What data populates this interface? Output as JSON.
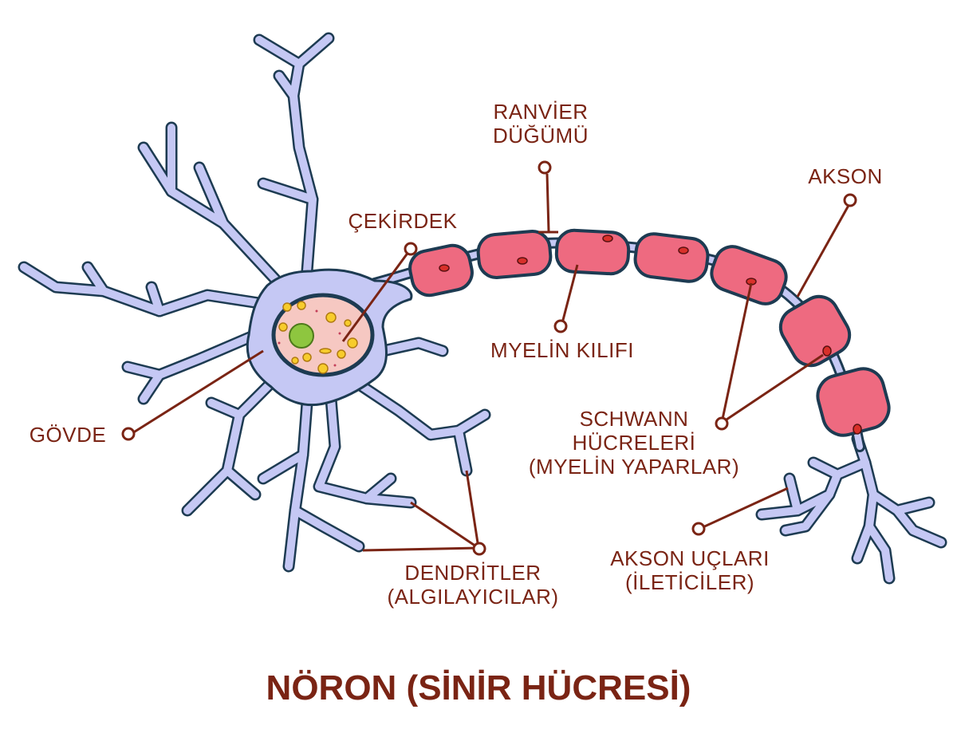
{
  "title": "NÖRON (SİNİR HÜCRESİ)",
  "labels": {
    "ranvier": [
      "RANVİER",
      "DÜĞÜMÜ"
    ],
    "cekirdek": "ÇEKİRDEK",
    "akson": "AKSON",
    "myelin": "MYELİN KILIFI",
    "govde": "GÖVDE",
    "schwann": [
      "SCHWANN",
      "HÜCRELERİ",
      "(MYELİN YAPARLAR)"
    ],
    "dendritler": [
      "DENDRİTLER",
      "(ALGILAYICILAR)"
    ],
    "akson_uclari": [
      "AKSON UÇLARI",
      "(İLETİCİLER)"
    ]
  },
  "colors": {
    "label": "#7a2414",
    "cell_body": "#c5c8f4",
    "outline": "#1d3b52",
    "nucleus": "#f6c8c2",
    "nucleolus": "#8ec63f",
    "myelin": "#ee6a80",
    "granule": "#f7cc2c"
  }
}
